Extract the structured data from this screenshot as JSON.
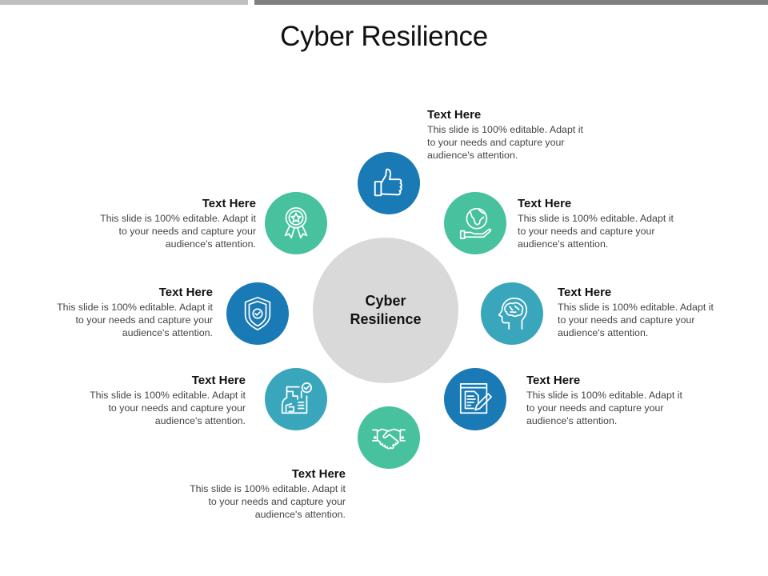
{
  "slide": {
    "title": "Cyber Resilience",
    "center_label": "Cyber Resilience",
    "colors": {
      "blue": "#1a7ab5",
      "green": "#47c19e",
      "teal": "#3aa6bc",
      "hub": "#d9d9d9",
      "topbar_light": "#bfbfbf",
      "topbar_dark": "#808080"
    },
    "items": [
      {
        "icon": "thumbs-up-icon",
        "color": "blue",
        "heading": "Text Here",
        "body": "This slide is 100% editable. Adapt it to your needs and capture your audience's attention."
      },
      {
        "icon": "globe-in-hand-icon",
        "color": "green",
        "heading": "Text Here",
        "body": "This slide is 100% editable. Adapt it to your needs and capture your audience's attention."
      },
      {
        "icon": "brain-head-icon",
        "color": "teal",
        "heading": "Text Here",
        "body": "This slide is 100% editable. Adapt it to your needs and capture your audience's attention."
      },
      {
        "icon": "document-pen-icon",
        "color": "blue",
        "heading": "Text Here",
        "body": "This slide is 100% editable. Adapt it to your needs and capture your audience's attention."
      },
      {
        "icon": "handshake-icon",
        "color": "green",
        "heading": "Text Here",
        "body": "This slide is 100% editable. Adapt it to your needs and capture your audience's attention."
      },
      {
        "icon": "checklist-form-icon",
        "color": "teal",
        "heading": "Text Here",
        "body": "This slide is 100% editable. Adapt it to your needs and capture your audience's attention."
      },
      {
        "icon": "shield-check-icon",
        "color": "blue",
        "heading": "Text Here",
        "body": "This slide is 100% editable. Adapt it to your needs and capture your audience's attention."
      },
      {
        "icon": "award-badge-icon",
        "color": "green",
        "heading": "Text Here",
        "body": "This slide is 100% editable. Adapt it to your needs and capture your audience's attention."
      }
    ]
  }
}
